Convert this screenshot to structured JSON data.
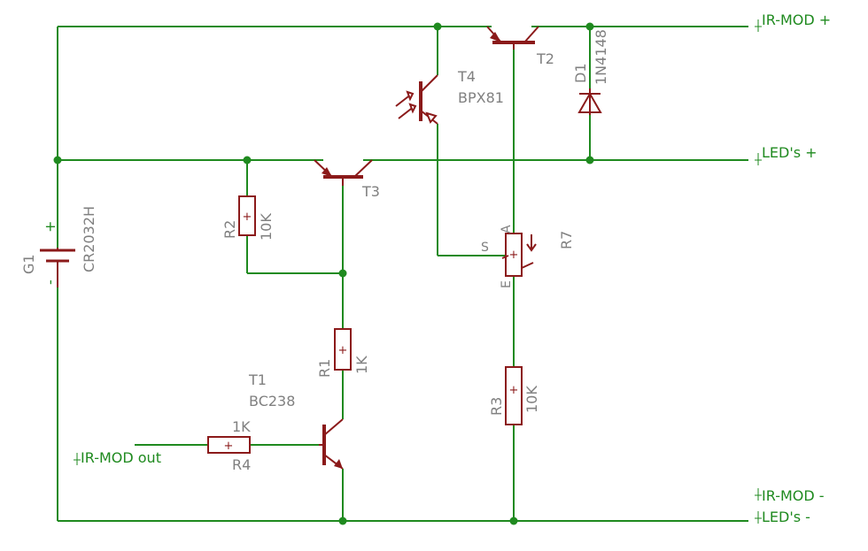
{
  "nets": {
    "ir_mod_plus": "IR-MOD +",
    "leds_plus": "LED's +",
    "ir_mod_minus": "IR-MOD -",
    "leds_minus": "LED's -",
    "ir_mod_out": "IR-MOD out"
  },
  "parts": {
    "g1": {
      "name": "G1",
      "value": "CR2032H",
      "pos_mark": "+",
      "neg_mark": "-"
    },
    "r2": {
      "name": "R2",
      "value": "10K"
    },
    "t3": {
      "name": "T3"
    },
    "t4": {
      "name": "T4",
      "value": "BPX81"
    },
    "t2": {
      "name": "T2"
    },
    "d1": {
      "name": "D1",
      "value": "1N4148"
    },
    "r7": {
      "name": "R7",
      "pin_a": "A",
      "pin_s": "S",
      "pin_e": "E"
    },
    "r1": {
      "name": "R1",
      "value": "1K"
    },
    "t1": {
      "name": "T1",
      "value": "BC238"
    },
    "r4": {
      "name": "R4",
      "value": "1K"
    },
    "r3": {
      "name": "R3",
      "value": "10K"
    }
  }
}
